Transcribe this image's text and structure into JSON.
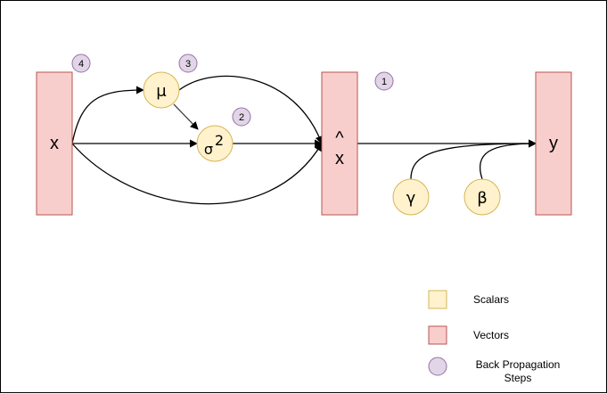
{
  "colors": {
    "vector_fill": "#f8cecc",
    "vector_stroke": "#b85450",
    "scalar_fill": "#fff2cc",
    "scalar_stroke": "#d6b656",
    "step_fill": "#e1d5e7",
    "step_stroke": "#9673a6",
    "edge": "#000000"
  },
  "vectors": {
    "x": "x",
    "xhat_hat": "^",
    "xhat_x": "x",
    "y": "y"
  },
  "scalars": {
    "mu": "μ",
    "sigma": "σ",
    "sigma_exp": "2",
    "gamma": "γ",
    "beta": "β"
  },
  "steps": {
    "s1": "1",
    "s2": "2",
    "s3": "3",
    "s4": "4"
  },
  "legend": {
    "scalars": "Scalars",
    "vectors": "Vectors",
    "steps_line1": "Back Propagation",
    "steps_line2": "Steps"
  }
}
